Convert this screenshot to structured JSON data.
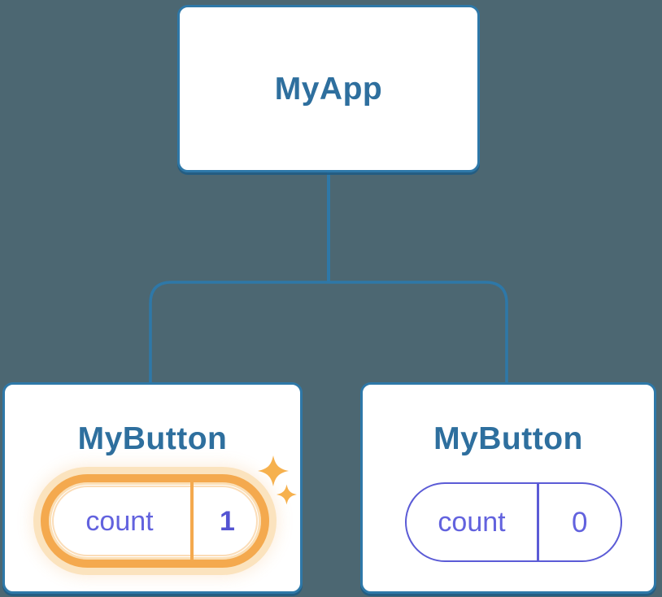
{
  "colors": {
    "background": "#4C6772",
    "card_background": "#FFFFFF",
    "node_border_blue": "#2E78A8",
    "node_label_blue": "#2E6F9E",
    "connector_blue": "#2E78A8",
    "state_text_indigo": "#6262DE",
    "state_border_indigo": "#5B5BD6",
    "highlight_orange": "#F4A94E",
    "highlight_glow": "#FBE3BE",
    "sparkle_orange": "#F6B14E"
  },
  "tree": {
    "root": {
      "label": "MyApp"
    },
    "children": [
      {
        "label": "MyButton",
        "state": {
          "name": "count",
          "value": "1"
        },
        "highlighted": true,
        "icon": "sparkle-icon"
      },
      {
        "label": "MyButton",
        "state": {
          "name": "count",
          "value": "0"
        },
        "highlighted": false
      }
    ]
  }
}
